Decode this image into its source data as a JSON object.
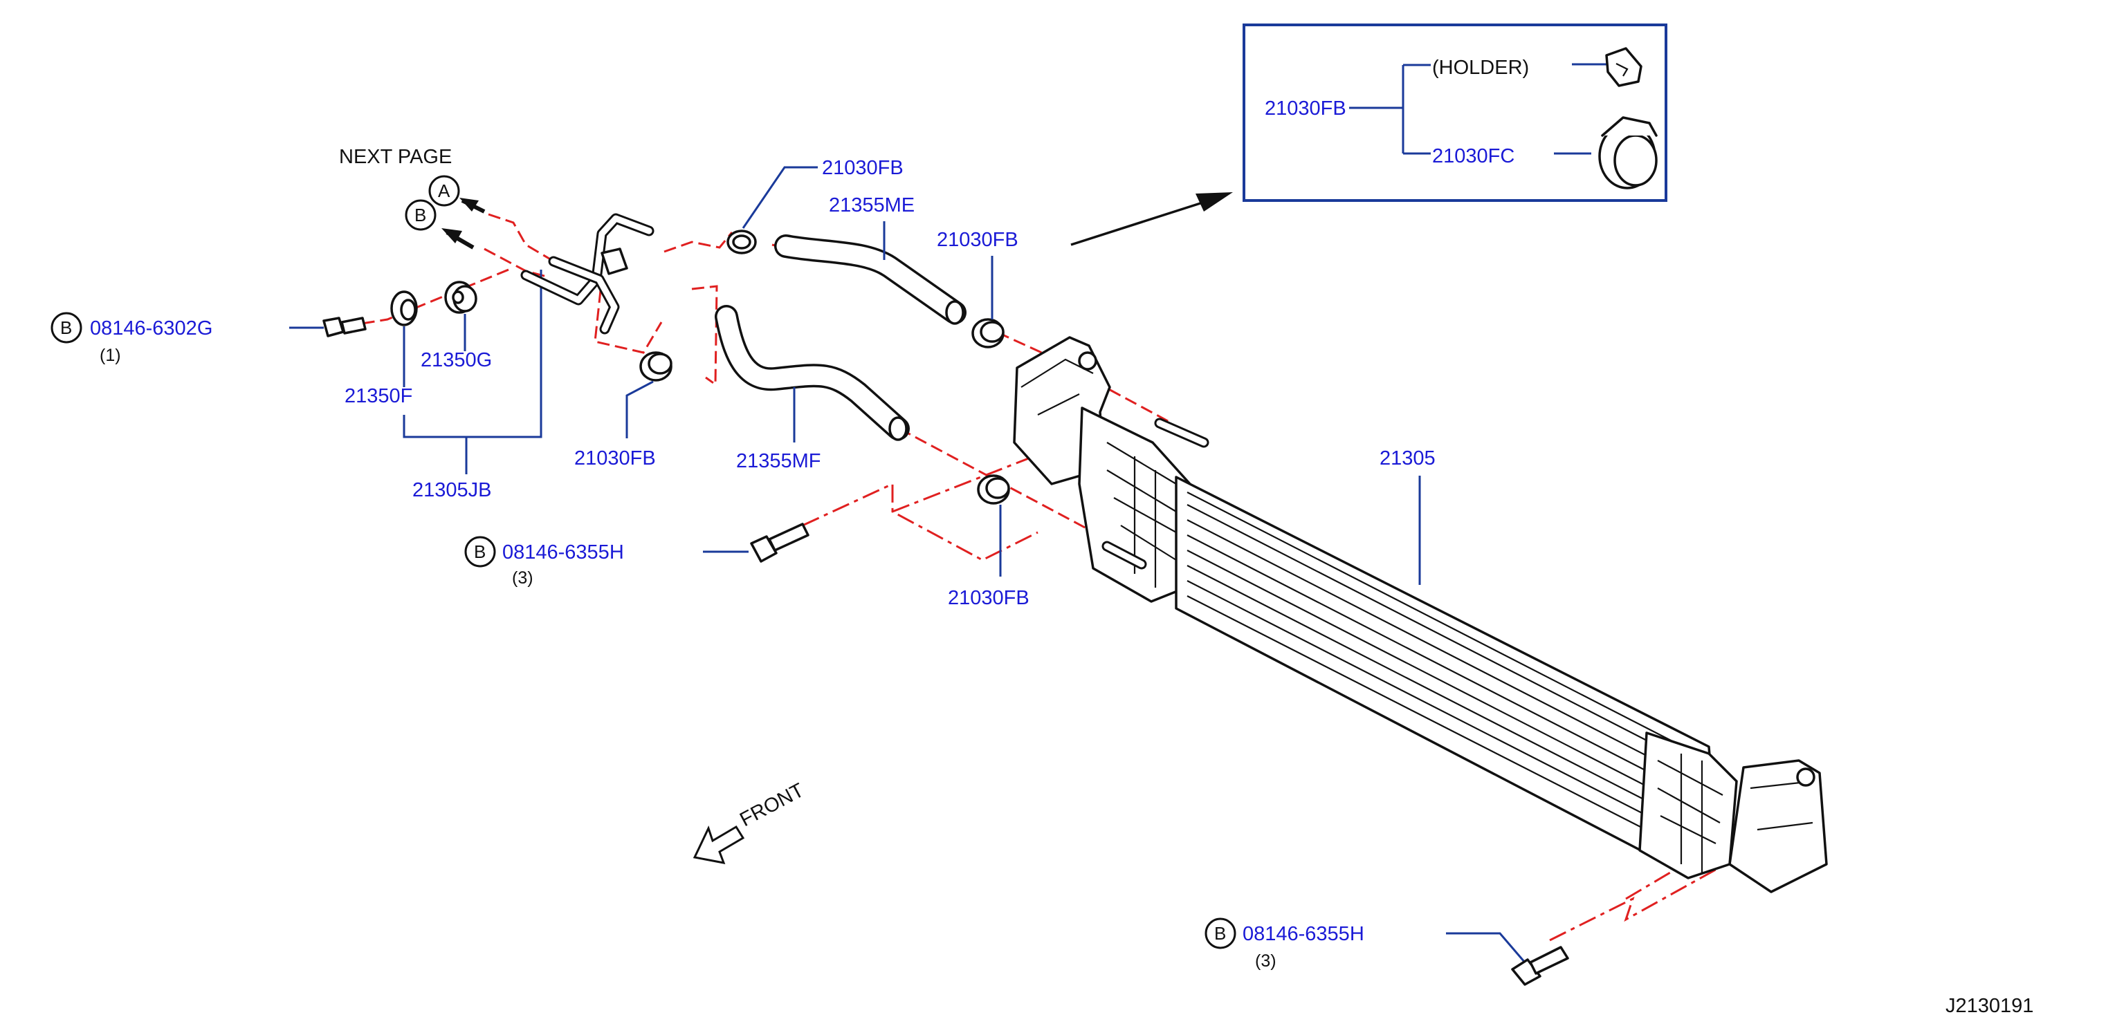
{
  "diagram": {
    "next_page": "NEXT   PAGE",
    "ref_a": "A",
    "ref_b_top": "B",
    "front": "FRONT",
    "diagram_id": "J2130191",
    "callouts": {
      "bolt_6302g": {
        "circle": "B",
        "part": "08146-6302G",
        "qty": "(1)"
      },
      "bolt_6355h_left": {
        "circle": "B",
        "part": "08146-6355H",
        "qty": "(3)"
      },
      "bolt_6355h_right": {
        "circle": "B",
        "part": "08146-6355H",
        "qty": "(3)"
      },
      "clamp_top": "21030FB",
      "clamp_mid": "21030FB",
      "clamp_left": "21030FB",
      "clamp_lower": "21030FB",
      "hose_upper": "21355ME",
      "hose_lower": "21355MF",
      "grommet": "21350G",
      "collar": "21350F",
      "bracket_set": "21305JB",
      "oil_cooler": "21305"
    },
    "inset": {
      "main": "21030FB",
      "holder": "(HOLDER)",
      "clamp": "21030FC"
    }
  }
}
